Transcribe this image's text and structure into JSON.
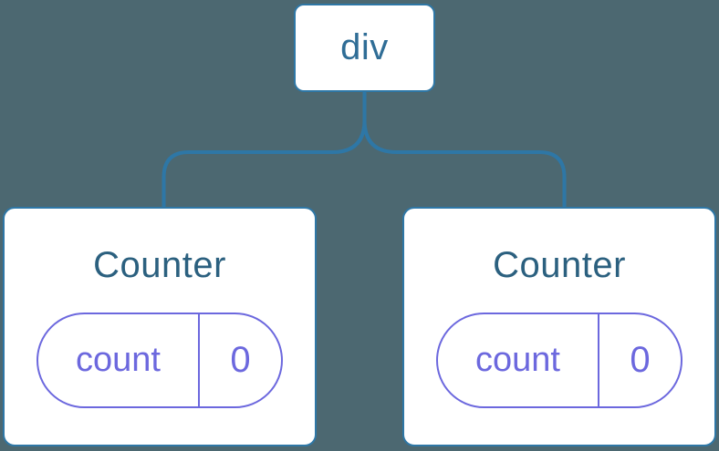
{
  "diagram": {
    "description": "Component tree: a div root with two Counter children, each holding count state 0",
    "root": {
      "label": "div"
    },
    "children": [
      {
        "title": "Counter",
        "state_key": "count",
        "state_value": "0"
      },
      {
        "title": "Counter",
        "state_key": "count",
        "state_value": "0"
      }
    ]
  },
  "colors": {
    "background": "#4C6871",
    "connector_blue": "#2E77A6",
    "root_label_blue": "#2F6D96",
    "card_title_blue": "#2B607F",
    "state_purple": "#6C68DE",
    "card_background": "#FFFFFF"
  }
}
